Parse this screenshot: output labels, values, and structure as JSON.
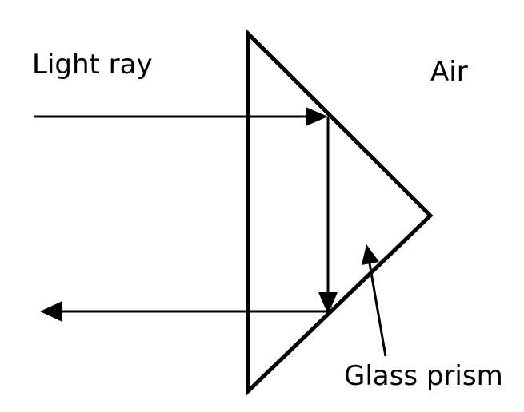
{
  "labels": {
    "light_ray": "Light ray",
    "air": "Air",
    "glass_prism": "Glass prism"
  },
  "colors": {
    "stroke": "#000000",
    "background": "#ffffff"
  }
}
